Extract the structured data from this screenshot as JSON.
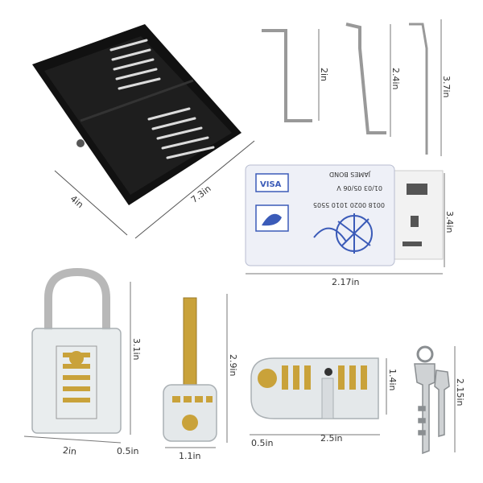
{
  "product": {
    "case": {
      "width_label": "4in",
      "length_label": "7.3in"
    },
    "picks": [
      {
        "height_label": "2in"
      },
      {
        "height_label": "2.4in"
      },
      {
        "height_label": "3.7in"
      }
    ],
    "card": {
      "width_label": "2.17in",
      "height_label": "3.4in",
      "brand": "VISA",
      "number": "0018 0020 1010 5505",
      "dates": "01/03  05/06 V",
      "holder": "JAMES BOND"
    },
    "padlock": {
      "height_label": "3.1in",
      "width_label": "2in",
      "depth_label": "0.5in"
    },
    "training_lock": {
      "height_label": "2.9in",
      "width_label": "1.1in"
    },
    "cylinder_lock": {
      "height_label": "1.4in",
      "width_label": "2.5in",
      "depth_label": "0.5in"
    },
    "keys": {
      "height_label": "2.15in"
    }
  },
  "colors": {
    "case": "#111111",
    "brass": "#c9a23a",
    "acrylic": "#d8dde0",
    "card_bg": "#eef0f7",
    "card_accent": "#3b5bb8"
  }
}
